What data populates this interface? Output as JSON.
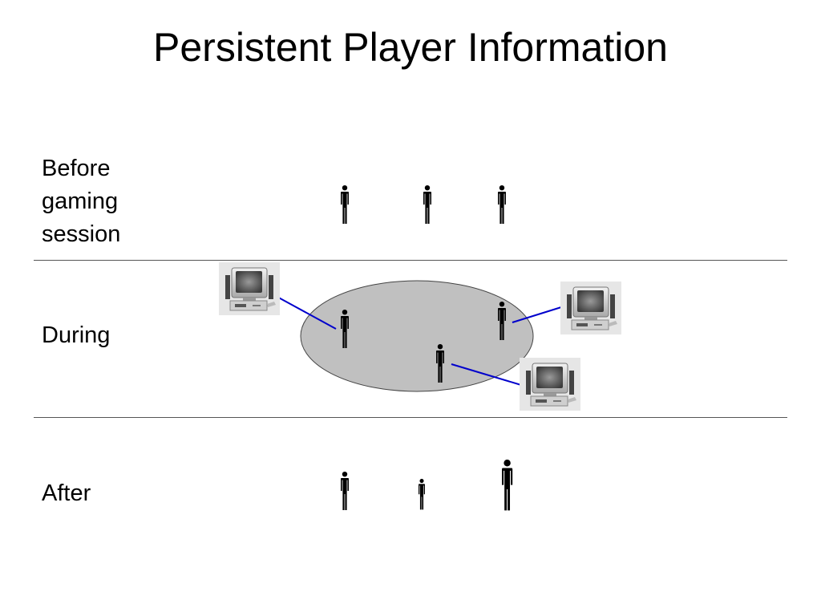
{
  "title": "Persistent Player Information",
  "rows": {
    "before": [
      "Before",
      "gaming",
      "session"
    ],
    "during": "During",
    "after": "After"
  },
  "icons": {
    "player": "person-icon",
    "machine": "desktop-computer-icon"
  },
  "colors": {
    "ellipse_fill": "#c0c0c0",
    "connector": "#0000cc",
    "player": "#000000"
  }
}
